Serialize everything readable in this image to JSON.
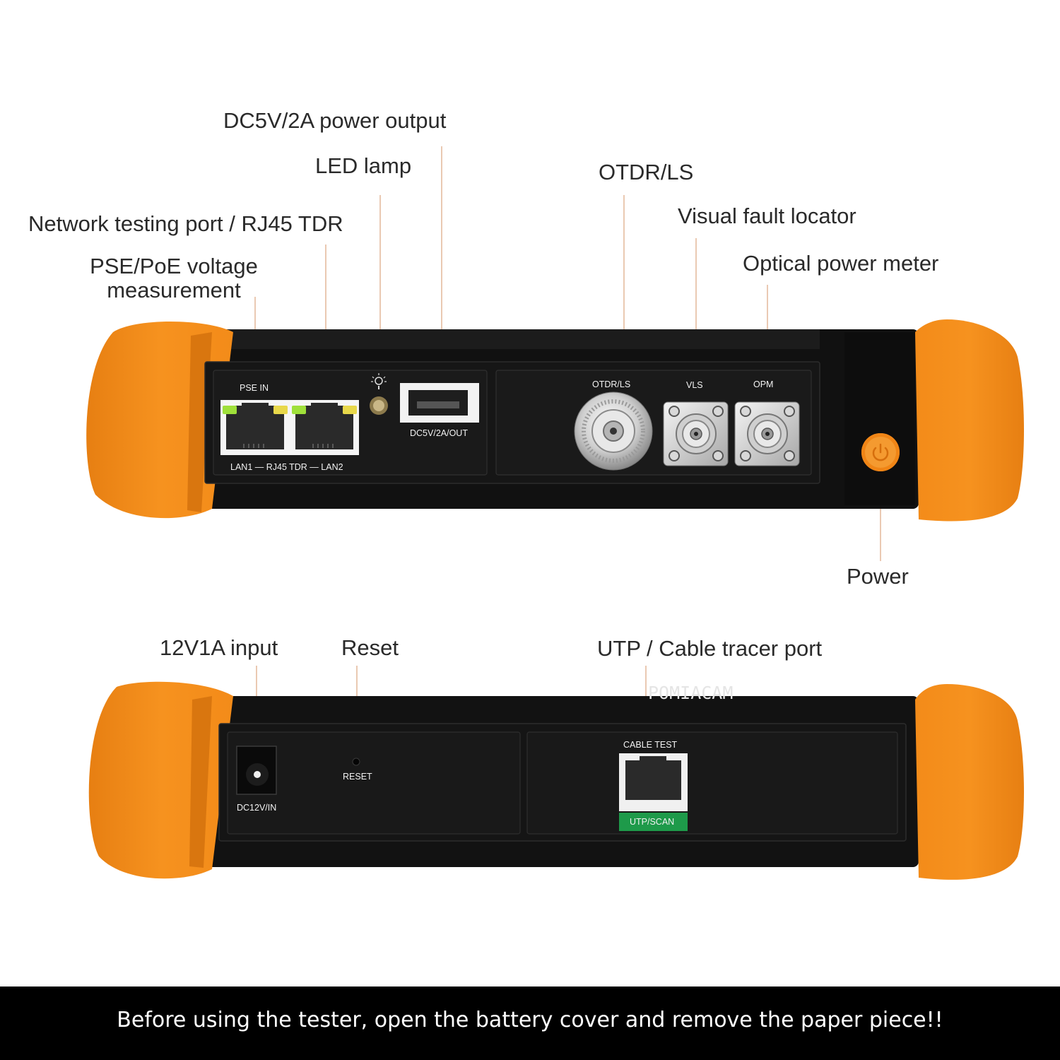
{
  "top_view": {
    "callouts": {
      "dc_output": "DC5V/2A power output",
      "led_lamp": "LED lamp",
      "network_port": "Network testing port / RJ45 TDR",
      "pse_line1": "PSE/PoE voltage",
      "pse_line2": "measurement",
      "otdr": "OTDR/LS",
      "vfl": "Visual fault locator",
      "opm": "Optical power meter",
      "power": "Power"
    },
    "panel_labels": {
      "pse_in": "PSE IN",
      "lan_label": "LAN1 — RJ45 TDR — LAN2",
      "usb_label": "DC5V/2A/OUT",
      "otdr_ls": "OTDR/LS",
      "vls": "VLS",
      "opm": "OPM"
    }
  },
  "bottom_view": {
    "callouts": {
      "input": "12V1A input",
      "reset": "Reset",
      "utp": "UTP / Cable tracer port"
    },
    "panel_labels": {
      "dc_in": "DC12V/IN",
      "reset": "RESET",
      "cable_test": "CABLE TEST",
      "utp_scan": "UTP/SCAN"
    }
  },
  "watermark": "POMIACAM",
  "banner": "Before using the tester, open the battery cover and remove the paper piece!!",
  "colors": {
    "bumper": "#f28a1a",
    "body": "#141414",
    "scan_green": "#1e9a4a",
    "led_green": "#9fe03a",
    "led_yellow": "#e8d84a"
  },
  "icons": [
    "led-lamp-icon",
    "power-icon",
    "rj45-port-icon",
    "usb-port-icon",
    "fiber-connector-icon"
  ]
}
